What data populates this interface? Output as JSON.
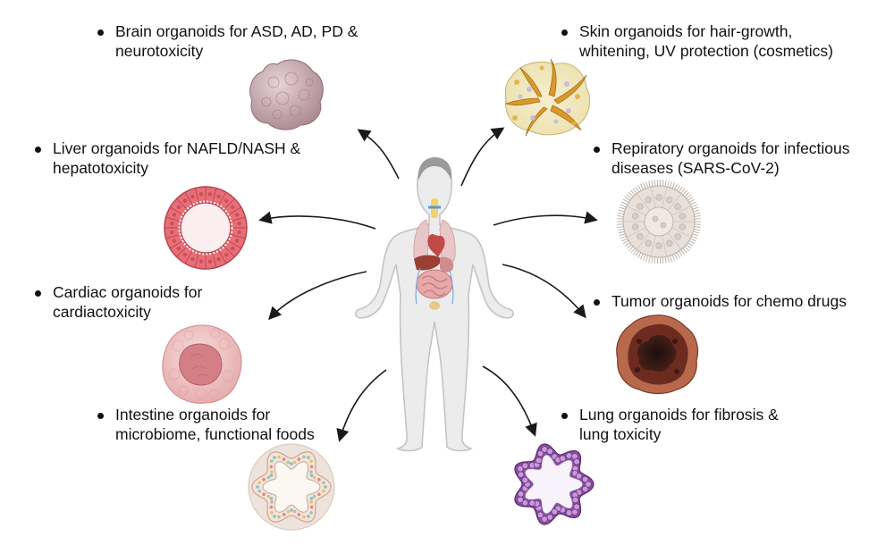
{
  "labels": {
    "brain": {
      "line1": "Brain organoids for ASD, AD, PD &",
      "line2": "neurotoxicity"
    },
    "liver": {
      "line1": "Liver organoids for NAFLD/NASH &",
      "line2": "hepatotoxicity"
    },
    "cardiac": {
      "line1": "Cardiac organoids for",
      "line2": "cardiactoxicity"
    },
    "intestine": {
      "line1": "Intestine organoids for",
      "line2": "microbiome, functional foods"
    },
    "skin": {
      "line1": "Skin organoids for hair-growth,",
      "line2": "whitening, UV protection (cosmetics)"
    },
    "respiratory": {
      "line1": "Repiratory organoids for infectious",
      "line2": "diseases (SARS-CoV-2)"
    },
    "tumor": {
      "line1": "Tumor organoids for chemo drugs"
    },
    "lung": {
      "line1": "Lung organoids for fibrosis &",
      "line2": "lung toxicity"
    }
  },
  "colors": {
    "text": "#111111",
    "arrow": "#1a1a1a",
    "body_skin": "#e9e9ea",
    "body_outline": "#c4c4c6",
    "brain": "#c9a7ae",
    "liver": "#e8707a",
    "cardiac": "#efc3c4",
    "intestine": "#efe6df",
    "skin": "#e3c36b",
    "respiratory": "#ddd4cf",
    "tumor": "#8c3d2e",
    "lung": "#9b63b0"
  }
}
